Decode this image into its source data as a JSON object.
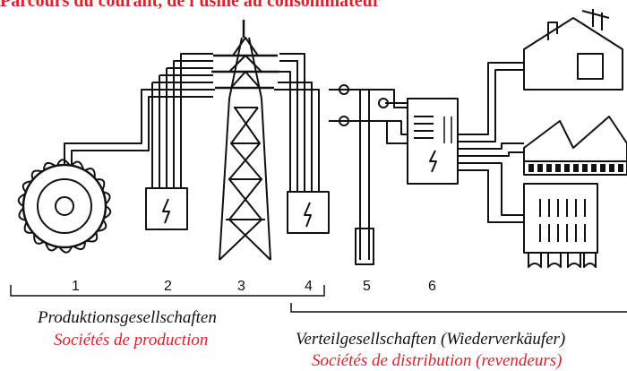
{
  "title": "Parcours du courant, de l'usine au consommateur",
  "numbers": [
    "1",
    "2",
    "3",
    "4",
    "5",
    "6"
  ],
  "groups": {
    "production": {
      "de": "Produktionsgesellschaften",
      "fr": "Sociétés de production"
    },
    "distribution": {
      "de": "Verteilgesellschaften (Wiederverkäufer)",
      "fr": "Sociétés de distribution (revendeurs)"
    }
  },
  "colors": {
    "accent": "#e0202a",
    "ink": "#111111"
  },
  "icons": [
    "turbine-icon",
    "transformer-icon",
    "pylon-icon",
    "utility-pole-icon",
    "distribution-cabinet-icon",
    "house-icon",
    "factory-icon",
    "apartment-building-icon"
  ]
}
